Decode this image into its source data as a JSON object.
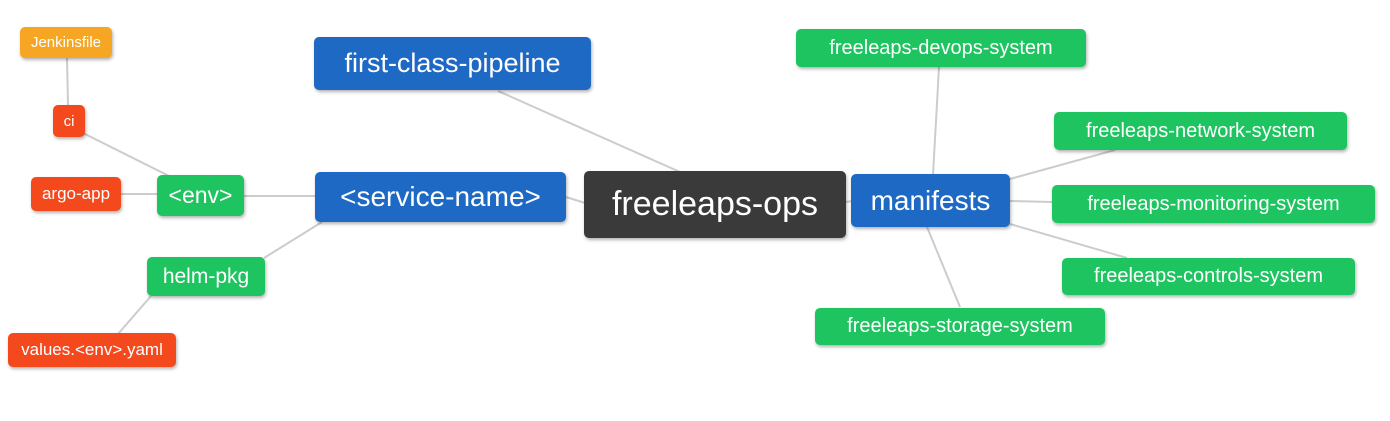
{
  "diagram": {
    "type": "mindmap",
    "root_label": "freeleaps-ops",
    "colors": {
      "orange": "#f6a623",
      "red": "#f4481d",
      "green": "#1ec45f",
      "blue": "#1e69c4",
      "dark": "#3a3a3a",
      "edge": "#cccccc",
      "text": "#ffffff",
      "background": "#ffffff"
    },
    "nodes": [
      {
        "id": "jenkinsfile",
        "label": "Jenkinsfile",
        "color": "orange"
      },
      {
        "id": "ci",
        "label": "ci",
        "color": "red"
      },
      {
        "id": "argo-app",
        "label": "argo-app",
        "color": "red"
      },
      {
        "id": "env",
        "label": "<env>",
        "color": "green"
      },
      {
        "id": "helm-pkg",
        "label": "helm-pkg",
        "color": "green"
      },
      {
        "id": "values-env-yaml",
        "label": "values.<env>.yaml",
        "color": "red"
      },
      {
        "id": "first-class-pipeline",
        "label": "first-class-pipeline",
        "color": "blue"
      },
      {
        "id": "service-name",
        "label": "<service-name>",
        "color": "blue"
      },
      {
        "id": "freeleaps-ops",
        "label": "freeleaps-ops",
        "color": "dark"
      },
      {
        "id": "manifests",
        "label": "manifests",
        "color": "blue"
      },
      {
        "id": "freeleaps-devops-system",
        "label": "freeleaps-devops-system",
        "color": "green"
      },
      {
        "id": "freeleaps-network-system",
        "label": "freeleaps-network-system",
        "color": "green"
      },
      {
        "id": "freeleaps-monitoring-system",
        "label": "freeleaps-monitoring-system",
        "color": "green"
      },
      {
        "id": "freeleaps-controls-system",
        "label": "freeleaps-controls-system",
        "color": "green"
      },
      {
        "id": "freeleaps-storage-system",
        "label": "freeleaps-storage-system",
        "color": "green"
      }
    ],
    "edges": [
      [
        "jenkinsfile",
        "ci"
      ],
      [
        "ci",
        "env"
      ],
      [
        "argo-app",
        "env"
      ],
      [
        "env",
        "service-name"
      ],
      [
        "service-name",
        "helm-pkg"
      ],
      [
        "helm-pkg",
        "values-env-yaml"
      ],
      [
        "first-class-pipeline",
        "freeleaps-ops"
      ],
      [
        "service-name",
        "freeleaps-ops"
      ],
      [
        "freeleaps-ops",
        "manifests"
      ],
      [
        "manifests",
        "freeleaps-devops-system"
      ],
      [
        "manifests",
        "freeleaps-network-system"
      ],
      [
        "manifests",
        "freeleaps-monitoring-system"
      ],
      [
        "manifests",
        "freeleaps-controls-system"
      ],
      [
        "manifests",
        "freeleaps-storage-system"
      ]
    ]
  }
}
